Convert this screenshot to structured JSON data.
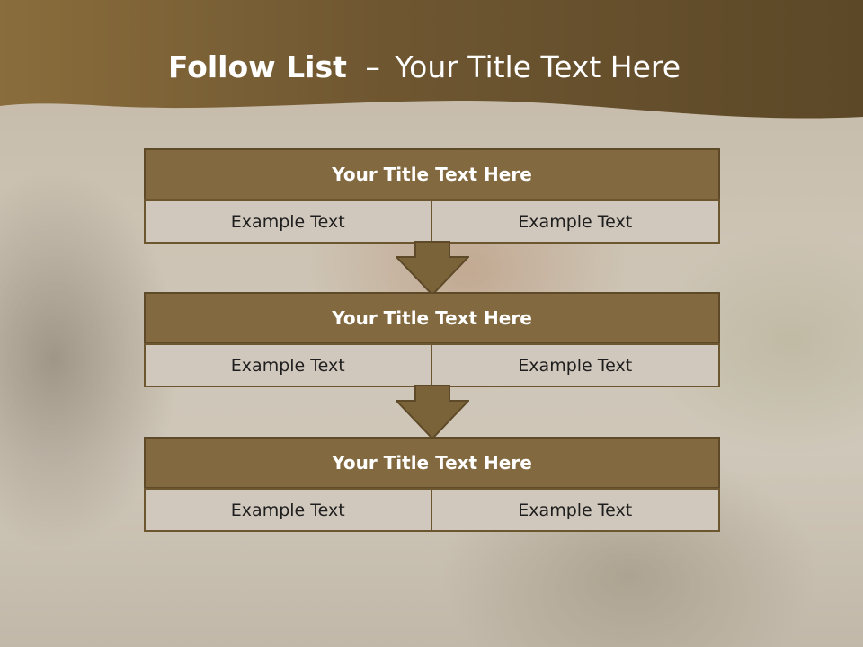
{
  "header": {
    "title_bold": "Follow List",
    "title_separator": "–",
    "title_rest": "Your Title Text Here"
  },
  "boxes": [
    {
      "title": "Your Title Text Here",
      "cells": [
        "Example Text",
        "Example Text"
      ]
    },
    {
      "title": "Your Title Text Here",
      "cells": [
        "Example Text",
        "Example Text"
      ]
    },
    {
      "title": "Your Title Text Here",
      "cells": [
        "Example Text",
        "Example Text"
      ]
    }
  ],
  "colors": {
    "header_band": "#6f5a33",
    "box_title_fill": "#82693f",
    "box_cell_fill": "#d0c8bd",
    "arrow_fill": "#7a6338"
  }
}
